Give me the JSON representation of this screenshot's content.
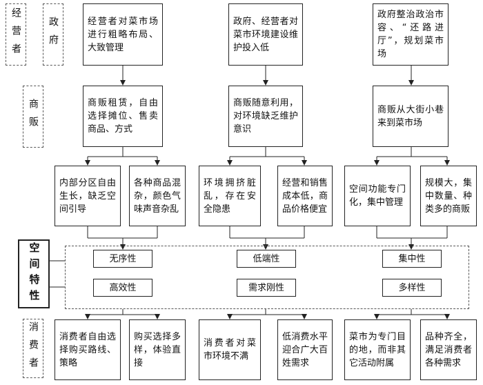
{
  "left_labels": {
    "operator": "经营者",
    "government": "政府",
    "vendor": "商贩",
    "spatial": "空间特性",
    "consumer": "消费者"
  },
  "columns": [
    {
      "gov": "经营者对菜市场进行粗略布局、大致管理",
      "vendor": "商贩租赁，自由选择摊位、售卖商品、方式",
      "sub": [
        "内部分区自由生长，缺乏空间引导",
        "各种商品混杂，颜色气味声音杂乱"
      ],
      "traits": [
        "无序性",
        "高效性"
      ],
      "consumer": [
        "消费者自由选择购买路线、策略",
        "购买选择多样，体验直接"
      ]
    },
    {
      "gov": "政府、经营者对菜市环境建设维护投入低",
      "vendor": "商贩随意利用，对环境缺乏维护意识",
      "sub": [
        "环境拥挤脏乱，存在安全隐患",
        "经营和销售成本低，商品价格便宜"
      ],
      "traits": [
        "低端性",
        "需求刚性"
      ],
      "consumer": [
        "消费者对菜市环境不满",
        "低消费水平迎合广大百姓需求"
      ]
    },
    {
      "gov": "政府整治政治市容、“还路进厅”，规划菜市场",
      "vendor": "商贩从大街小巷来到菜市场",
      "sub": [
        "空间功能专门化，集中管理",
        "规模大，集中数量、种类多的商贩"
      ],
      "traits": [
        "集中性",
        "多样性"
      ],
      "consumer": [
        "菜市为专门目的地，而非其它活动附属",
        "品种齐全，满足消费者各种需求"
      ]
    }
  ]
}
